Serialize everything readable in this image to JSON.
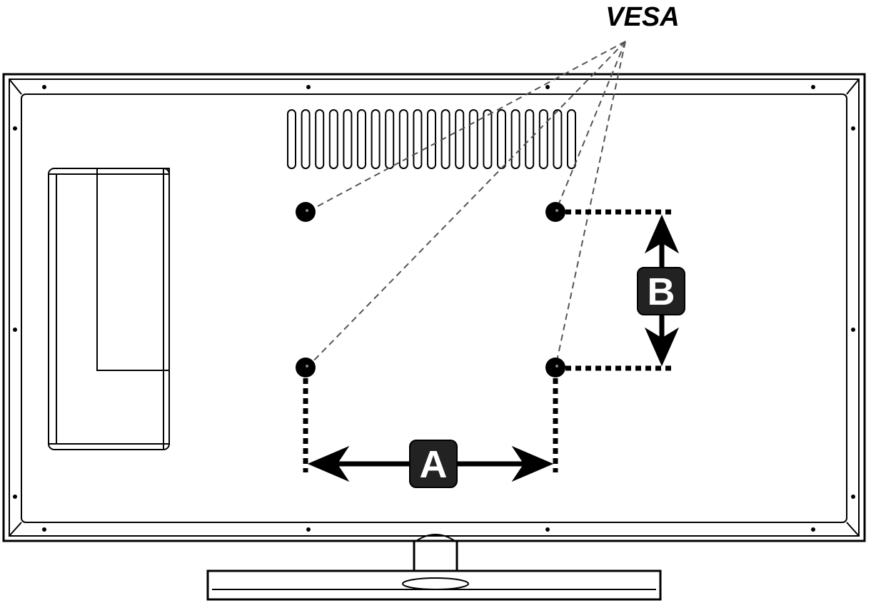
{
  "title": "VESA",
  "dimensions": {
    "horizontal_label": "A",
    "vertical_label": "B"
  },
  "colors": {
    "line": "#000000",
    "background": "#ffffff",
    "badge": "#222222",
    "badge_text": "#ffffff",
    "leader": "#555555"
  },
  "vent_slot_count": 21
}
